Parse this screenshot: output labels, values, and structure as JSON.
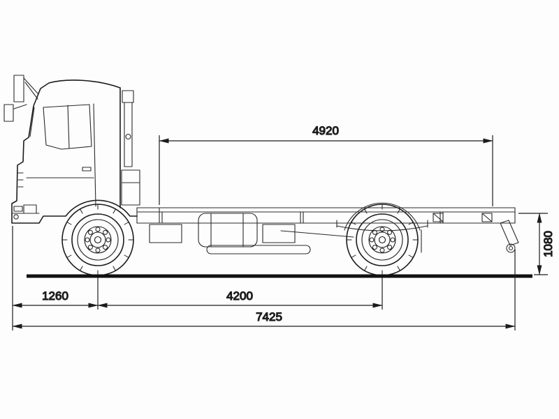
{
  "page": {
    "background": "#fdfdfd",
    "line_color": "#1c1c1c",
    "subject": "truck chassis side-view technical dimension drawing"
  },
  "dimensions": {
    "frame_behind_cab_mm": "4920",
    "front_overhang_mm": "1260",
    "wheelbase_mm": "4200",
    "overall_length_mm": "7425",
    "rear_frame_height_mm": "1080"
  }
}
